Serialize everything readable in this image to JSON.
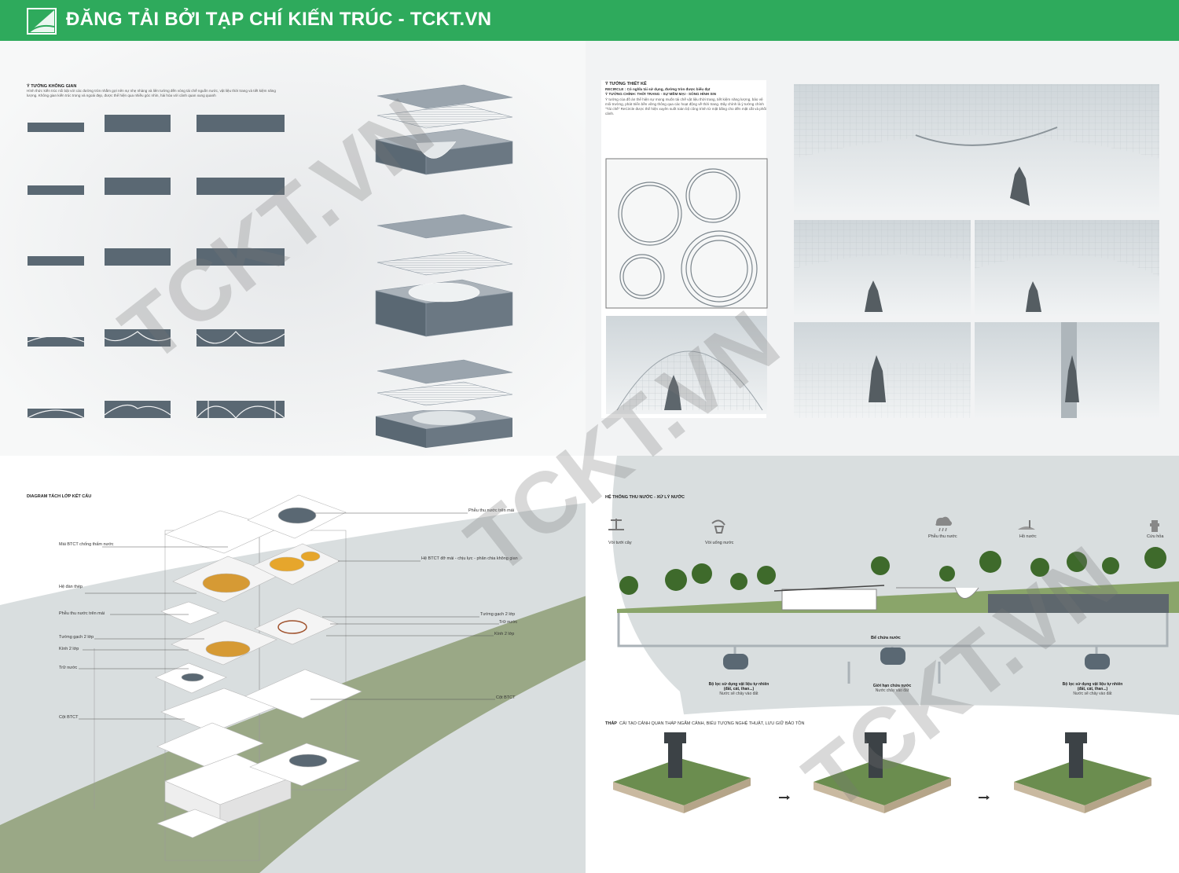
{
  "banner": {
    "title": "ĐĂNG TẢI BỞI TẠP CHÍ KIẾN TRÚC - TCKT.VN"
  },
  "watermark": "TCKT.VN",
  "space_idea": {
    "heading": "Ý TƯỞNG KHÔNG GIAN",
    "body": "Hình thức kiến trúc nổi bật với các đường tròn nhằm gợi nên sự nhẹ nhàng và liên tưởng đến vòng tái chế nguồn nước, vật liệu thời trang và tiết kiệm năng lượng. Không gian kiến trúc trong và ngoài đẹp, được thể hiện qua nhiều góc nhìn, hài hòa với cảnh quan xung quanh"
  },
  "design_idea": {
    "heading": "Ý TƯỞNG THIẾT KẾ",
    "line1": "RECIRCLE : Có nghĩa tái sử dụng, đường tròn được biểu đạt",
    "line2": "Ý TƯỞNG CHÍNH: THỜI TRANG - SỰ MỀM MẠI - SÓNG HÌNH SIN",
    "body": "Ý tưởng của đồ án thể hiện sự mong muốn tái chế vật liệu thời trang, tiết kiệm năng lượng, bảo vệ môi trường, phát triển bền vững thông qua các hoạt động về thời trang. Đây chính là ý tưởng chính \"Tái chế\" ReCircle được thể hiện xuyên suốt toàn bộ công trình từ mặt bằng cho đến mặt cắt và phối cảnh."
  },
  "structure": {
    "heading": "DIAGRAM TÁCH LỚP KẾT CẤU",
    "labels": [
      "Phễu thu nước trên mái",
      "Mái BTCT chống thấm nước",
      "Hệ BTCT đỡ mái - chịu lực - phân chia không gian",
      "Hệ đàn thép",
      "Phễu thu nước trên mái",
      "Tường gạch 2 lớp",
      "Trữ nước",
      "Tường gạch 2 lớp",
      "Kính 2 lớp",
      "Kính 2 lớp",
      "Trữ nước",
      "Cột BTCT",
      "Cột BTCT"
    ]
  },
  "water": {
    "heading": "HỆ THỐNG THU NƯỚC - XỬ LÝ NƯỚC",
    "icons": [
      "Vòi tưới cây",
      "Vòi uống nước",
      "Phễu thu nước",
      "Hồ nước",
      "Cứu hỏa"
    ],
    "tank": "Bể chứa nước",
    "filter_left": {
      "title": "Bộ lọc sử dụng vật liệu tự nhiên (đất, cát, than...)",
      "sub": "Nước sẽ chảy vào đất"
    },
    "limit": {
      "title": "Giới hạn chứa nước",
      "sub": "Nước chảy vào đất"
    },
    "filter_right": {
      "title": "Bộ lọc sử dụng vật liệu tự nhiên (đất, cát, than...)",
      "sub": "Nước sẽ chảy vào đất"
    }
  },
  "tower": {
    "heading": "THÁP",
    "body": "CẢI TẠO CẢNH QUAN THÁP NGẮM CẢNH, BIỂU TƯỢNG NGHỆ THUẬT, LƯU GIỮ BẢO TỒN"
  },
  "colors": {
    "banner": "#2eaa5c",
    "slate": "#5a6873",
    "ground": "#9aa886",
    "mist": "#d9dedf"
  }
}
